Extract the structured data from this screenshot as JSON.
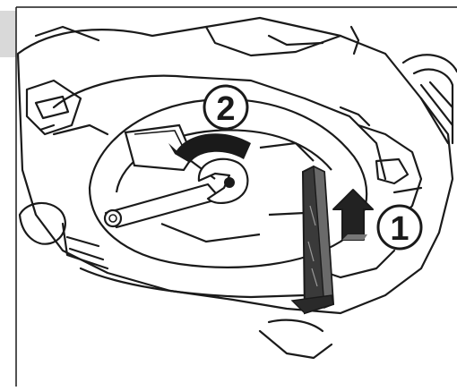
{
  "illustration": {
    "step_markers": [
      {
        "id": "step-1",
        "number": "1"
      },
      {
        "id": "step-2",
        "number": "2"
      }
    ],
    "colors": {
      "ink": "#1a1a1a",
      "paper": "#ffffff",
      "page_tab": "#d9d9d9",
      "block_dark": "#3a3a3a",
      "arrow_fill": "#222222"
    }
  }
}
